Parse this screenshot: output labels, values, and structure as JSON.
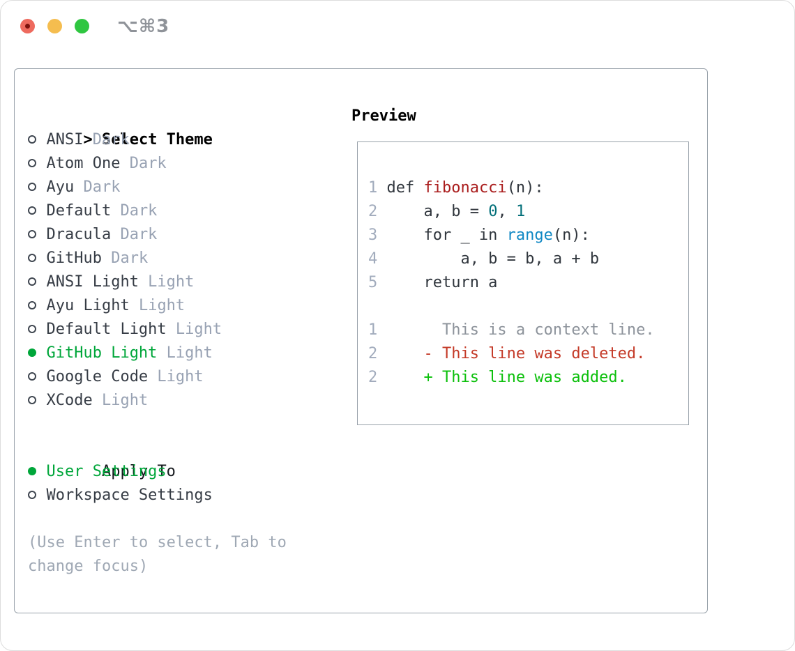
{
  "window": {
    "title": "⌥⌘3",
    "traffic_lights": [
      {
        "name": "close"
      },
      {
        "name": "minimize"
      },
      {
        "name": "zoom"
      }
    ]
  },
  "theme_selector": {
    "title_prefix": ">",
    "title": "Select Theme",
    "items": [
      {
        "name": "ANSI",
        "variant": "Dark",
        "selected": false
      },
      {
        "name": "Atom One",
        "variant": "Dark",
        "selected": false
      },
      {
        "name": "Ayu",
        "variant": "Dark",
        "selected": false
      },
      {
        "name": "Default",
        "variant": "Dark",
        "selected": false
      },
      {
        "name": "Dracula",
        "variant": "Dark",
        "selected": false
      },
      {
        "name": "GitHub",
        "variant": "Dark",
        "selected": false
      },
      {
        "name": "ANSI Light",
        "variant": "Light",
        "selected": false
      },
      {
        "name": "Ayu Light",
        "variant": "Light",
        "selected": false
      },
      {
        "name": "Default Light",
        "variant": "Light",
        "selected": false
      },
      {
        "name": "GitHub Light",
        "variant": "Light",
        "selected": true
      },
      {
        "name": "Google Code",
        "variant": "Light",
        "selected": false
      },
      {
        "name": "XCode",
        "variant": "Light",
        "selected": false
      }
    ]
  },
  "apply_to": {
    "title": "Apply To",
    "options": [
      {
        "name": "User Settings",
        "selected": true
      },
      {
        "name": "Workspace Settings",
        "selected": false
      }
    ]
  },
  "hint": {
    "line1": "(Use Enter to select, Tab to",
    "line2": "change focus)"
  },
  "preview": {
    "title": "Preview",
    "code_lines": [
      {
        "gutter": "1",
        "segments": [
          {
            "text": "def ",
            "style": "plain"
          },
          {
            "text": "fibonacci",
            "style": "func"
          },
          {
            "text": "(n):",
            "style": "plain"
          }
        ]
      },
      {
        "gutter": "2",
        "segments": [
          {
            "text": "    a, b = ",
            "style": "plain"
          },
          {
            "text": "0",
            "style": "num"
          },
          {
            "text": ", ",
            "style": "plain"
          },
          {
            "text": "1",
            "style": "num"
          }
        ]
      },
      {
        "gutter": "3",
        "segments": [
          {
            "text": "    for _ in ",
            "style": "plain"
          },
          {
            "text": "range",
            "style": "builtin"
          },
          {
            "text": "(n):",
            "style": "plain"
          }
        ]
      },
      {
        "gutter": "4",
        "segments": [
          {
            "text": "        a, b = b, a + b",
            "style": "plain"
          }
        ]
      },
      {
        "gutter": "5",
        "segments": [
          {
            "text": "    return a",
            "style": "plain"
          }
        ]
      },
      {
        "gutter": "",
        "segments": []
      },
      {
        "gutter": "1",
        "segments": [
          {
            "text": "      This is a context line.",
            "style": "context"
          }
        ]
      },
      {
        "gutter": "2",
        "segments": [
          {
            "text": "    - This line was deleted.",
            "style": "deleted"
          }
        ]
      },
      {
        "gutter": "2",
        "segments": [
          {
            "text": "    + This line was added.",
            "style": "added"
          }
        ]
      }
    ]
  },
  "colors": {
    "selected_green": "#00a63a",
    "added_green": "#0cc00c",
    "deleted_red": "#c43a28",
    "function_red": "#aa1d1d",
    "number_teal": "#006e78",
    "builtin_blue": "#1088c4",
    "text_dark": "#363c45",
    "muted_gray": "#98a2b3",
    "hint_gray": "#9fa8b4",
    "gutter_gray": "#a1abbc",
    "context_gray": "#8d939b",
    "border_gray": "#98a1aa",
    "code_text": "#30363d",
    "titlebar_gray": "#8f9399",
    "light_red": "#ee6a5e",
    "light_red_dot": "#7d120d",
    "light_yellow": "#f5bd4f",
    "light_green": "#2fc640"
  }
}
